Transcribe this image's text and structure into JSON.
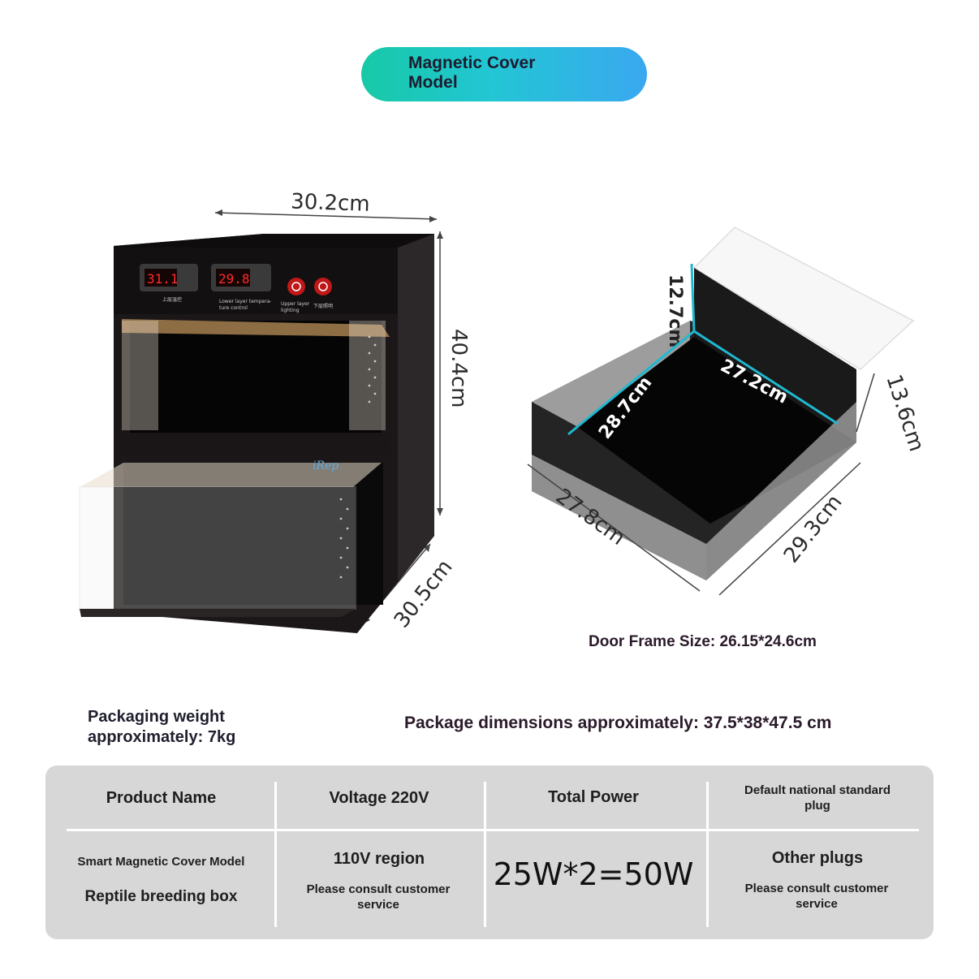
{
  "badge": {
    "line1": "Magnetic Cover",
    "line2": "Model"
  },
  "left_product": {
    "width": "30.2cm",
    "height": "40.4cm",
    "depth": "30.5cm",
    "panel_label_1": "上层温控",
    "panel_label_2": "Lower layer tempera-",
    "panel_label_2b": "ture control",
    "panel_label_3": "Upper layer",
    "panel_label_3b": "lighting",
    "panel_label_4": "下层照明",
    "display_1": "31.1",
    "display_2": "29.8",
    "brand": "iRep"
  },
  "right_product": {
    "inner_height": "12.7cm",
    "inner_width": "27.2cm",
    "inner_depth": "28.7cm",
    "outer_height": "13.6cm",
    "outer_front": "27.8cm",
    "outer_side": "29.3cm"
  },
  "door_frame": "Door Frame Size: 26.15*24.6cm",
  "packaging_weight": {
    "line1": "Packaging weight",
    "line2": "approximately: 7kg"
  },
  "package_dimensions": "Package dimensions approximately: 37.5*38*47.5 cm",
  "spec_table": {
    "headers": [
      "Product Name",
      "Voltage 220V",
      "Total Power",
      "Default national standard plug"
    ],
    "product_name_1": "Smart Magnetic Cover Model",
    "product_name_2": "Reptile breeding box",
    "voltage_region": "110V region",
    "voltage_note": "Please consult customer service",
    "power": "25W*2=50W",
    "plug": "Other plugs",
    "plug_note": "Please consult customer service"
  },
  "colors": {
    "badge_start": "#17c9a6",
    "badge_end": "#3aa8f0",
    "table_bg": "#d7d7d7",
    "dim_accent": "#1fb8d0"
  }
}
